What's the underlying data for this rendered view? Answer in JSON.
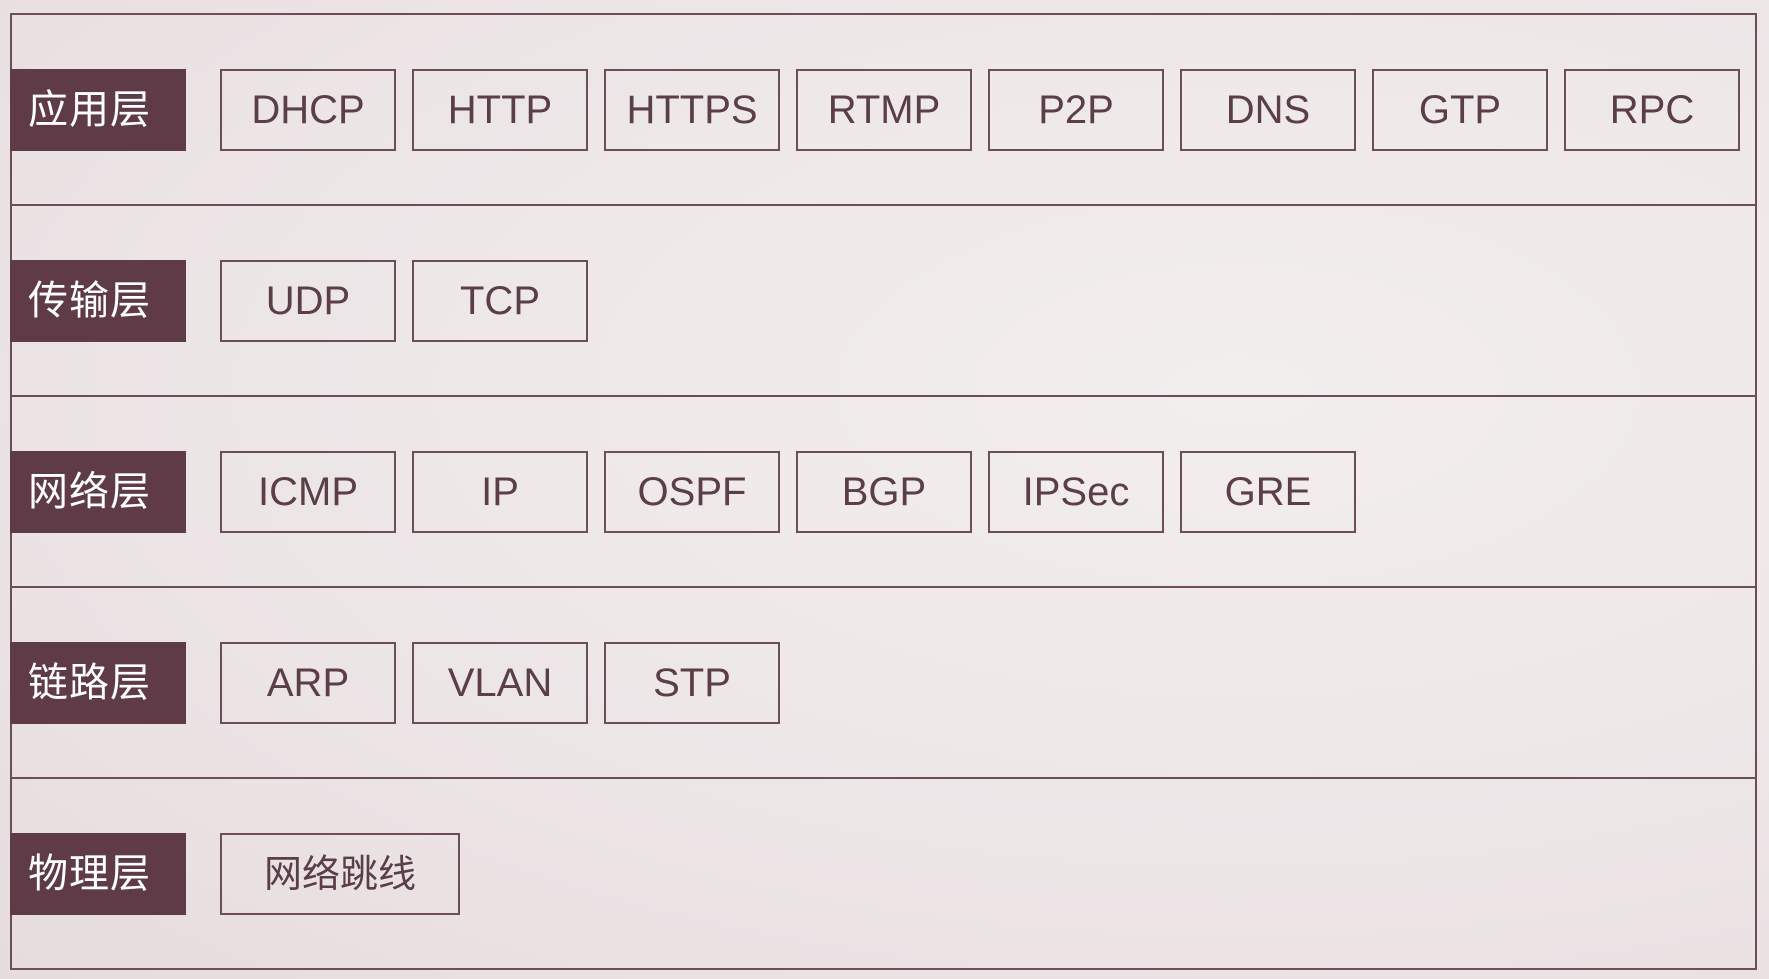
{
  "layers": [
    {
      "label": "应用层",
      "protocols": [
        "DHCP",
        "HTTP",
        "HTTPS",
        "RTMP",
        "P2P",
        "DNS",
        "GTP",
        "RPC"
      ]
    },
    {
      "label": "传输层",
      "protocols": [
        "UDP",
        "TCP"
      ]
    },
    {
      "label": "网络层",
      "protocols": [
        "ICMP",
        "IP",
        "OSPF",
        "BGP",
        "IPSec",
        "GRE"
      ]
    },
    {
      "label": "链路层",
      "protocols": [
        "ARP",
        "VLAN",
        "STP"
      ]
    },
    {
      "label": "物理层",
      "protocols": [
        "网络跳线"
      ]
    }
  ],
  "colors": {
    "label_bg": "#5f3b48",
    "label_text": "#ffffff",
    "border": "#6b4e57",
    "protocol_text": "#5a3e48",
    "background": "#efe9ea"
  }
}
